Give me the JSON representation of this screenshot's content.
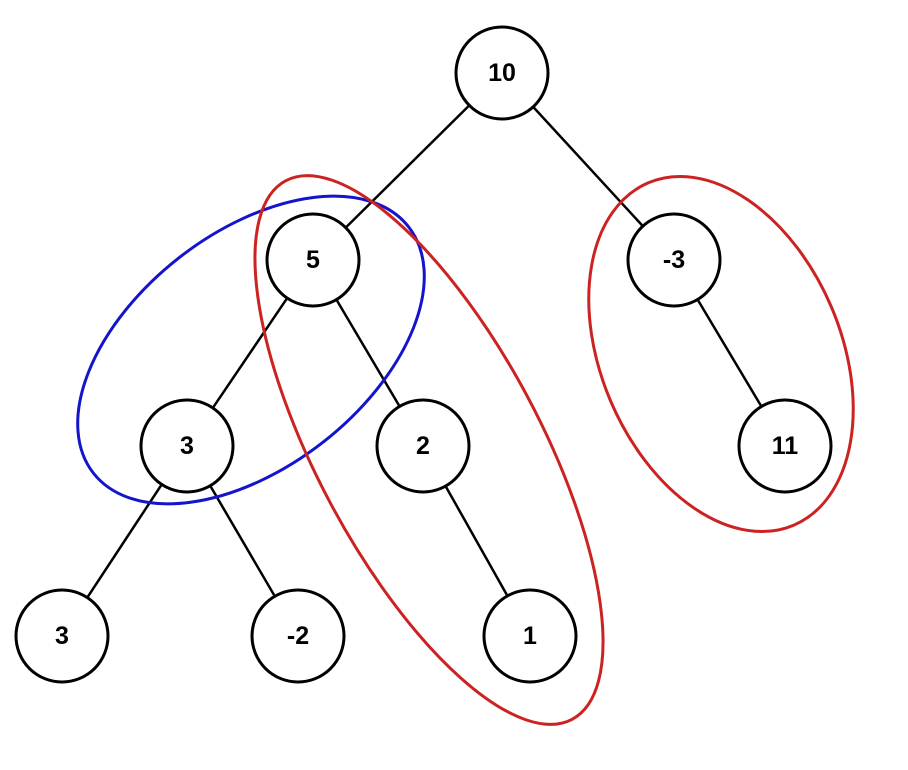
{
  "tree": {
    "nodes": [
      {
        "id": "root",
        "value": "10"
      },
      {
        "id": "l",
        "value": "5"
      },
      {
        "id": "r",
        "value": "-3"
      },
      {
        "id": "ll",
        "value": "3"
      },
      {
        "id": "lr",
        "value": "2"
      },
      {
        "id": "rr",
        "value": "11"
      },
      {
        "id": "lll",
        "value": "3"
      },
      {
        "id": "llr",
        "value": "-2"
      },
      {
        "id": "lrr",
        "value": "1"
      }
    ],
    "edges": [
      {
        "from": "root",
        "to": "l"
      },
      {
        "from": "root",
        "to": "r"
      },
      {
        "from": "l",
        "to": "ll"
      },
      {
        "from": "l",
        "to": "lr"
      },
      {
        "from": "r",
        "to": "rr"
      },
      {
        "from": "ll",
        "to": "lll"
      },
      {
        "from": "ll",
        "to": "llr"
      },
      {
        "from": "lr",
        "to": "lrr"
      }
    ],
    "highlighted_paths": [
      {
        "nodes": [
          "l",
          "ll"
        ],
        "color": "#1414cc"
      },
      {
        "nodes": [
          "l",
          "lr",
          "lrr"
        ],
        "color": "#cc2222"
      },
      {
        "nodes": [
          "r",
          "rr"
        ],
        "color": "#cc2222"
      }
    ]
  },
  "colors": {
    "node_stroke": "#000000",
    "node_fill": "#ffffff",
    "edge": "#000000",
    "text": "#000000"
  }
}
